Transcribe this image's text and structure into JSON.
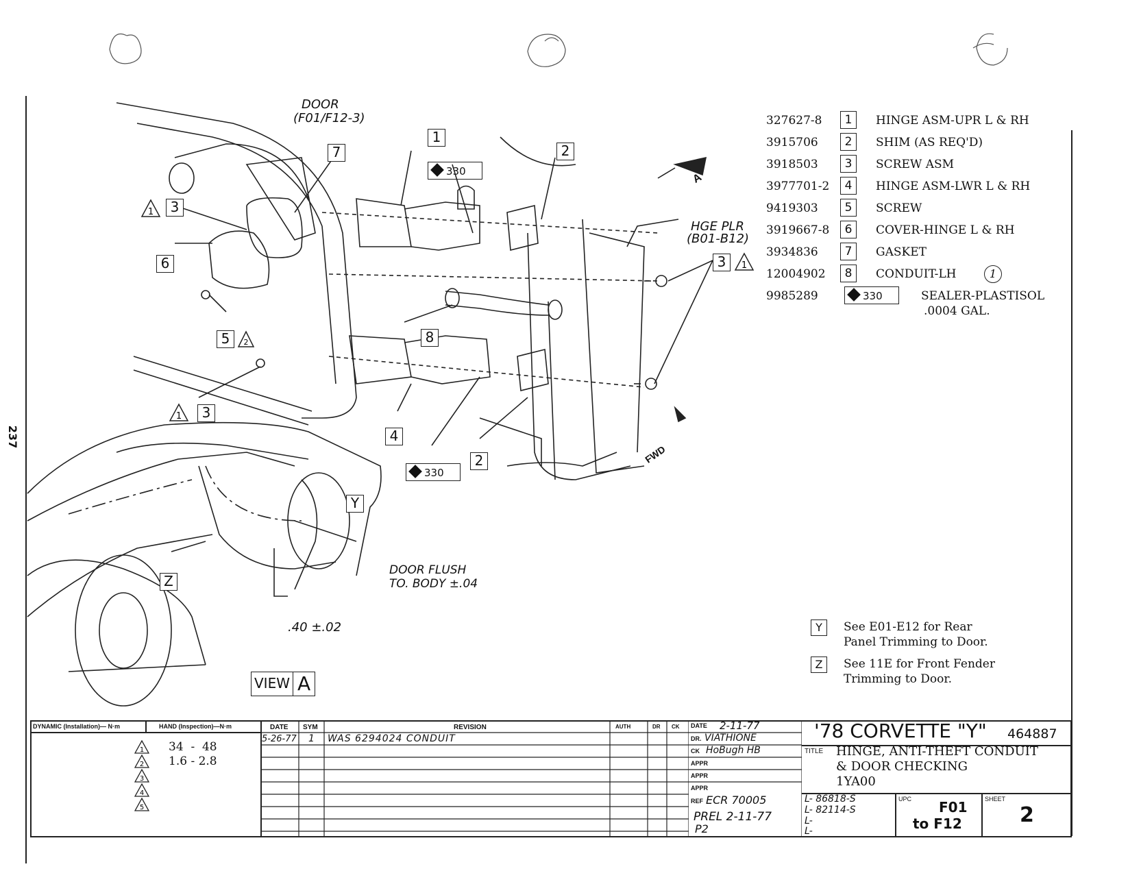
{
  "page_number": "237",
  "drawing": {
    "door_label": "DOOR",
    "door_ref": "(F01/F12-3)",
    "hge_plr_label": "HGE PLR",
    "hge_plr_ref": "(B01-B12)",
    "view_arrow_letter": "A",
    "fwd_label": "FWD",
    "door_flush_label": "DOOR FLUSH",
    "door_flush_value": "TO. BODY ±.04",
    "gap_dim": ".40 ±.02",
    "view_label": "VIEW",
    "view_letter": "A",
    "sealer_code": "330",
    "callouts": {
      "c1": "1",
      "c2a": "2",
      "c2b": "2",
      "c3a": "3",
      "c3b": "3",
      "c3c": "3",
      "c4": "4",
      "c5": "5",
      "c6": "6",
      "c7": "7",
      "c8": "8",
      "y": "Y",
      "z": "Z"
    }
  },
  "parts_list": [
    {
      "part_no": "327627-8",
      "item": "1",
      "description": "HINGE ASM-UPR L & RH"
    },
    {
      "part_no": "3915706",
      "item": "2",
      "description": "SHIM (AS REQ'D)"
    },
    {
      "part_no": "3918503",
      "item": "3",
      "description": "SCREW ASM"
    },
    {
      "part_no": "3977701-2",
      "item": "4",
      "description": "HINGE ASM-LWR L & RH"
    },
    {
      "part_no": "9419303",
      "item": "5",
      "description": "SCREW"
    },
    {
      "part_no": "3919667-8",
      "item": "6",
      "description": "COVER-HINGE L & RH"
    },
    {
      "part_no": "3934836",
      "item": "7",
      "description": "GASKET"
    },
    {
      "part_no": "12004902",
      "item": "8",
      "description": "CONDUIT-LH"
    },
    {
      "part_no": "9985289",
      "item": "330",
      "description": "SEALER-PLASTISOL",
      "description2": ".0004 GAL."
    }
  ],
  "conduit_note": "1",
  "notes": [
    {
      "letter": "Y",
      "line1": "See E01-E12 for Rear",
      "line2": "Panel Trimming to Door."
    },
    {
      "letter": "Z",
      "line1": "See 11E for Front Fender",
      "line2": "Trimming to Door."
    }
  ],
  "title_block": {
    "dynamic_header": "DYNAMIC (Installation)— N·m",
    "hand_header": "HAND (Inspection)—N·m",
    "torques": [
      {
        "sym": "1",
        "value": "34  -  48"
      },
      {
        "sym": "2",
        "value": "1.6 - 2.8"
      },
      {
        "sym": "3",
        "value": ""
      },
      {
        "sym": "4",
        "value": ""
      },
      {
        "sym": "5",
        "value": ""
      }
    ],
    "col_date": "DATE",
    "col_sym": "SYM",
    "col_revision": "REVISION",
    "col_auth": "AUTH",
    "col_dr": "DR",
    "col_ck": "CK",
    "rev_date": "5-26-77",
    "rev_sym": "1",
    "rev_text": "WAS 6294024 CONDUIT",
    "date_label": "DATE",
    "date_value": "2-11-77",
    "dr_label": "DR.",
    "dr_value": "VIATHIONE",
    "ck_label": "CK",
    "ck_value": "HoBugh HB",
    "appr1": "APPR",
    "appr2": "APPR",
    "appr3": "APPR",
    "ref_label": "REF",
    "ref_value": "ECR 70005",
    "prel": "PREL 2-11-77",
    "p2": "P2",
    "model": "'78 CORVETTE \"Y\"",
    "drawing_no": "464887",
    "title_label": "TITLE",
    "title_line1": "HINGE, ANTI-THEFT CONDUIT",
    "title_line2": "& DOOR CHECKING",
    "title_line3": "1YA00",
    "l1": "L- 86818-S",
    "l2": "L- 82114-S",
    "l3": "L-",
    "l4": "L-",
    "upc_label": "UPC",
    "upc_value1": "F01",
    "upc_value2": "to F12",
    "sheet_label": "SHEET",
    "sheet_value": "2"
  }
}
